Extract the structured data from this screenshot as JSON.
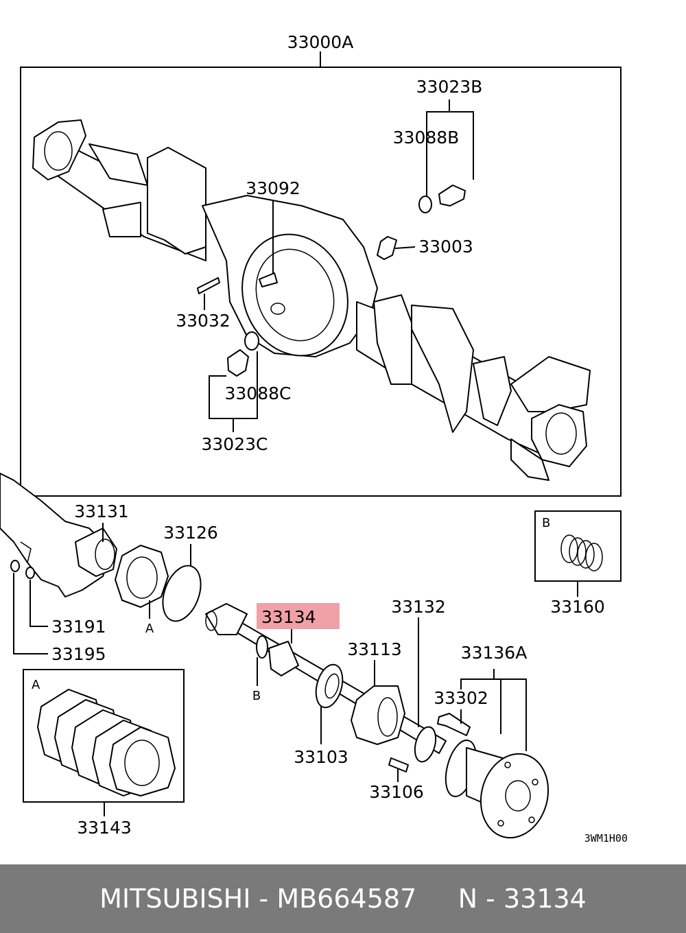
{
  "labels": {
    "assembly": "33000A",
    "p33023B": "33023B",
    "p33088B": "33088B",
    "p33092": "33092",
    "p33003": "33003",
    "p33032": "33032",
    "p33088C": "33088C",
    "p33023C": "33023C",
    "p33131": "33131",
    "p33126": "33126",
    "p33191": "33191",
    "p33195": "33195",
    "p33134": "33134",
    "p33132": "33132",
    "p33113": "33113",
    "p33136A": "33136A",
    "p33302": "33302",
    "p33103": "33103",
    "p33106": "33106",
    "p33143": "33143",
    "p33160": "33160",
    "ref_a1": "A",
    "ref_b1": "B",
    "box_a": "A",
    "box_b": "B",
    "diagram_code": "3WM1H00"
  },
  "highlight_color": "#f0a1a8",
  "footer": {
    "brand": "MITSUBISHI",
    "sep1": " - ",
    "part_number": "MB664587",
    "gap": "     ",
    "ref_prefix": "N",
    "sep2": " - ",
    "ref_number": "33134"
  }
}
